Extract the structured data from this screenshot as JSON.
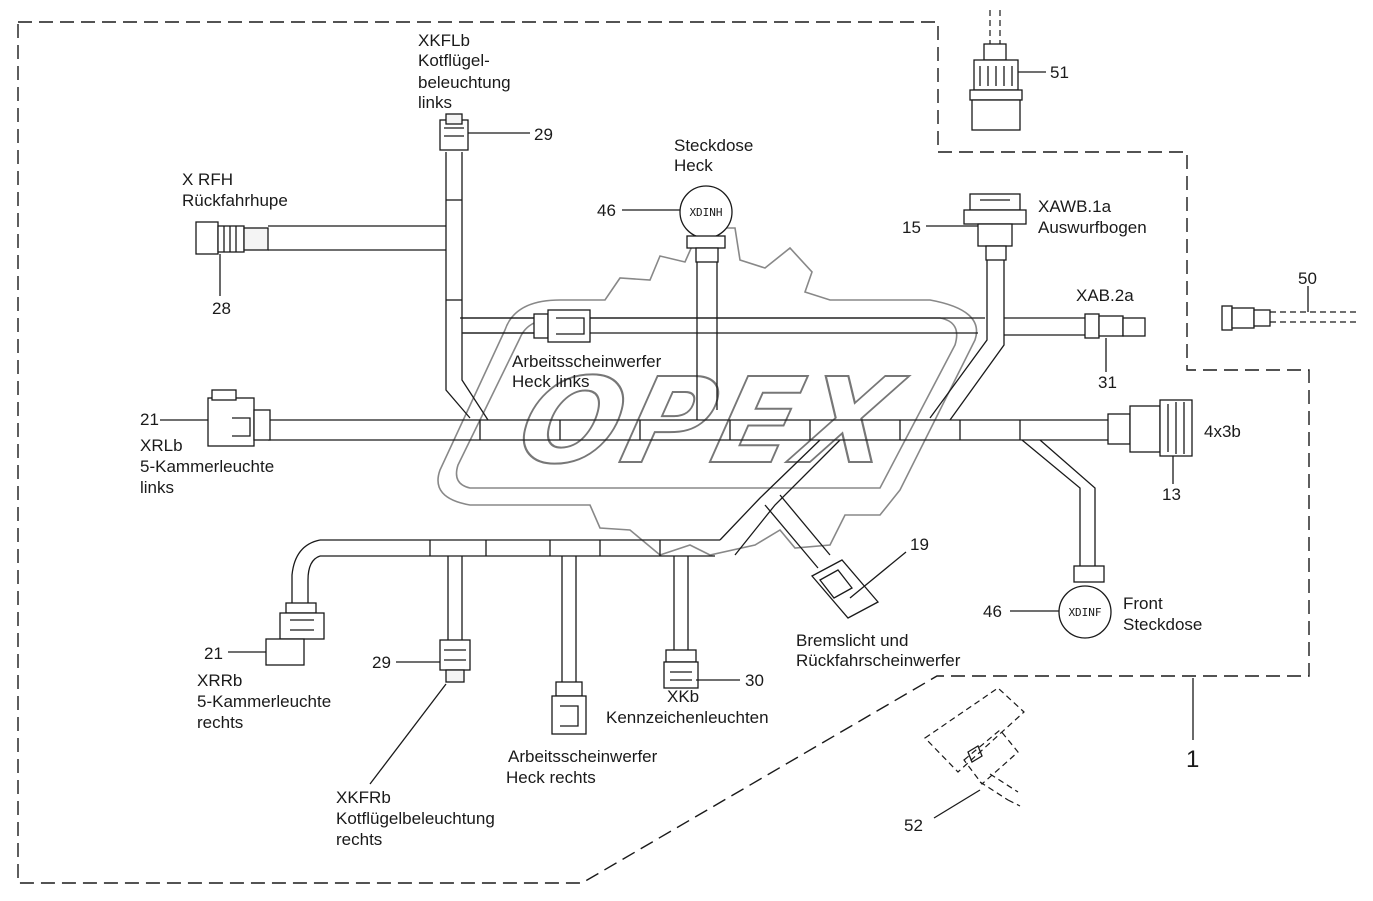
{
  "watermark": {
    "text": "OPEX"
  },
  "outline_label": "1",
  "caps": {
    "rear": "XDINH",
    "front": "XDINF"
  },
  "callouts": {
    "n29a": "29",
    "n28": "28",
    "n46a": "46",
    "n15": "15",
    "n31": "31",
    "n21a": "21",
    "n13": "13",
    "n19": "19",
    "n46b": "46",
    "n21b": "21",
    "n29b": "29",
    "n30": "30",
    "n51": "51",
    "n50": "50",
    "n52": "52",
    "n4x3b": "4x3b"
  },
  "labels": {
    "xkflb": [
      "XKFLb",
      "Kotflügel-",
      "beleuchtung",
      "links"
    ],
    "xrfh": [
      "X RFH",
      "Rückfahrhupe"
    ],
    "steckdose_heck": [
      "Steckdose",
      "Heck"
    ],
    "xawb": [
      "XAWB.1a",
      "Auswurfbogen"
    ],
    "xab": [
      "XAB.2a"
    ],
    "arbeit_links": [
      "Arbeitsscheinwerfer",
      "Heck links"
    ],
    "xrlb": [
      "XRLb",
      "5-Kammerleuchte",
      "links"
    ],
    "brems": [
      "Bremslicht und",
      "Rückfahrscheinwerfer"
    ],
    "front": [
      "Front",
      "Steckdose"
    ],
    "xrrb": [
      "XRRb",
      "5-Kammerleuchte",
      "rechts"
    ],
    "xkb": [
      "XKb",
      "Kennzeichenleuchten"
    ],
    "arbeit_rechts": [
      "Arbeitsscheinwerfer",
      "Heck rechts"
    ],
    "xkfrb": [
      "XKFRb",
      "Kotflügelbeleuchtung",
      "rechts"
    ]
  }
}
